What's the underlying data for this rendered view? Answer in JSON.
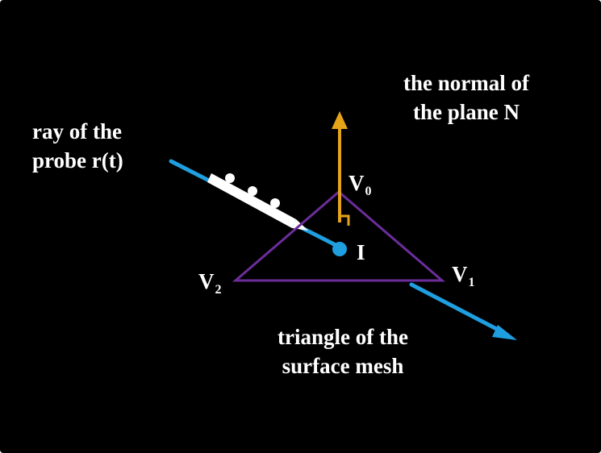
{
  "labels": {
    "normal_line1": "the normal of",
    "normal_line2": "the plane N",
    "ray_line1": "ray of the",
    "ray_line2": "probe r(t)",
    "v0_main": "V",
    "v0_sub": "0",
    "v1_main": "V",
    "v1_sub": "1",
    "v2_main": "V",
    "v2_sub": "2",
    "intersection": "I",
    "triangle_line1": "triangle of the",
    "triangle_line2": "surface mesh"
  },
  "colors": {
    "background": "#000000",
    "text": "#ffffff",
    "ray": "#1f9ee0",
    "normal": "#e6a419",
    "triangle": "#6b2d9a",
    "probe_body": "#ffffff"
  },
  "icons": {
    "normal_arrow": "arrow-up-icon",
    "ray_arrow": "arrow-right-down-icon",
    "right_angle": "right-angle-marker-icon"
  }
}
